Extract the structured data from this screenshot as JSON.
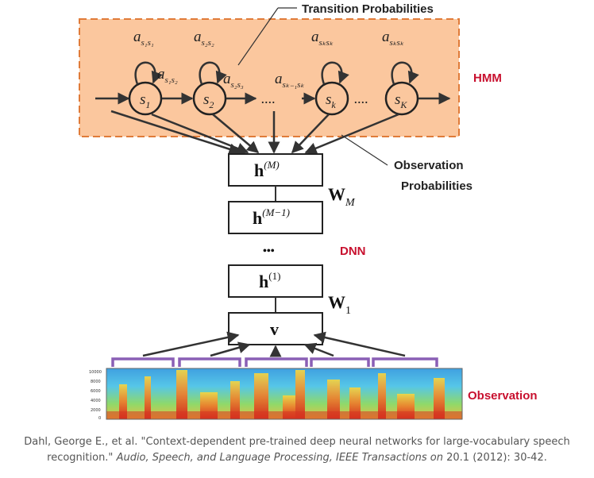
{
  "labels": {
    "transition": "Transition Probabilities",
    "observation_prob_line1": "Observation",
    "observation_prob_line2": "Probabilities",
    "hmm": "HMM",
    "dnn": "DNN",
    "observation": "Observation"
  },
  "states": {
    "s1": {
      "base": "s",
      "sub": "1"
    },
    "s2": {
      "base": "s",
      "sub": "2"
    },
    "sk": {
      "base": "s",
      "sub": "k"
    },
    "sK": {
      "base": "s",
      "sub": "K"
    },
    "dots_between_2_k": "....",
    "dots_between_k_K": "...."
  },
  "transitions": {
    "a_s1s1": {
      "base": "a",
      "sub": "s₁s₁"
    },
    "a_s1s2": {
      "base": "a",
      "sub": "s₁s₂"
    },
    "a_s2s2": {
      "base": "a",
      "sub": "s₂s₂"
    },
    "a_s2s3": {
      "base": "a",
      "sub": "s₂s₃"
    },
    "a_sk1sk": {
      "base": "a",
      "sub": "sₖ₋₁sₖ"
    },
    "a_sksk": {
      "base": "a",
      "sub": "sₖsₖ"
    },
    "a_sKsK": {
      "base": "a",
      "sub": "sₖsₖ"
    }
  },
  "layers": {
    "hM": {
      "base": "h",
      "sup": "(M)"
    },
    "hM1": {
      "base": "h",
      "sup": "(M−1)"
    },
    "ellipsis": "•••",
    "h1": {
      "base": "h",
      "sup": "(1)"
    },
    "v": "v"
  },
  "weights": {
    "WM": {
      "base": "W",
      "sub": "M"
    },
    "W1": {
      "base": "W",
      "sub": "1"
    }
  },
  "spectrogram_ticks": [
    "10000",
    "8000",
    "6000",
    "4000",
    "2000",
    "0"
  ],
  "citation": {
    "part1": "Dahl, George E., et al. \"Context-dependent pre-trained deep neural networks for large-vocabulary speech recognition.\" ",
    "journal": "Audio, Speech, and Language Processing, IEEE Transactions on",
    "part2": " 20.1 (2012): 30-42."
  },
  "colors": {
    "hmm_fill": "#fbc79e",
    "hmm_border": "#e07b39",
    "red_label": "#c8102e",
    "bracket": "#8a5fb5",
    "arrow": "#333333"
  }
}
